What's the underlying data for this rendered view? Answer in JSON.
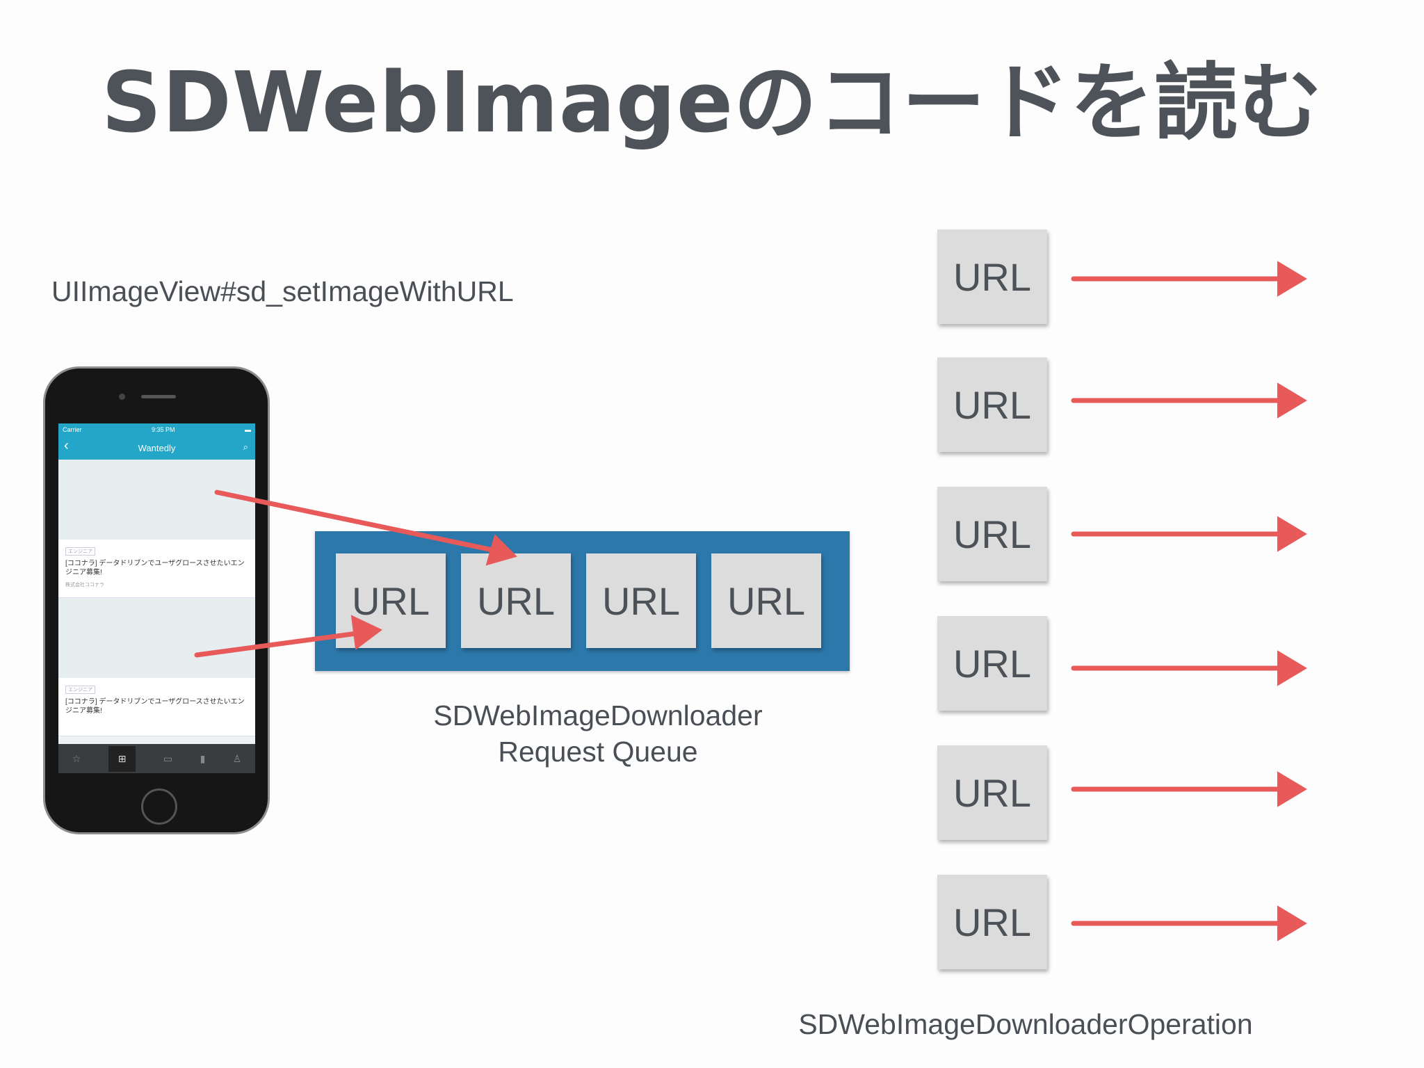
{
  "title": "SDWebImageのコードを読む",
  "captions": {
    "uiimageview": "UIImageView#sd_setImageWithURL",
    "queue_line1": "SDWebImageDownloader",
    "queue_line2": "Request Queue",
    "operation": "SDWebImageDownloaderOperation"
  },
  "queue_items": [
    "URL",
    "URL",
    "URL",
    "URL"
  ],
  "operation_items": [
    "URL",
    "URL",
    "URL",
    "URL",
    "URL",
    "URL"
  ],
  "phone": {
    "carrier": "Carrier",
    "time": "9:35 PM",
    "app_title": "Wantedly",
    "cards": [
      {
        "tag": "エンジニア",
        "job": "[ココナラ] データドリブンでユーザグロースさせたいエンジニア募集!",
        "company": "株式会社ココナラ"
      },
      {
        "tag": "エンジニア",
        "job": "[ココナラ] データドリブンでユーザグロースさせたいエンジニア募集!",
        "company": ""
      }
    ]
  },
  "colors": {
    "queue_bg": "#2c78ab",
    "url_box": "#dcdcdc",
    "arrow": "#e85a5a",
    "app_bar": "#23a6c8"
  }
}
